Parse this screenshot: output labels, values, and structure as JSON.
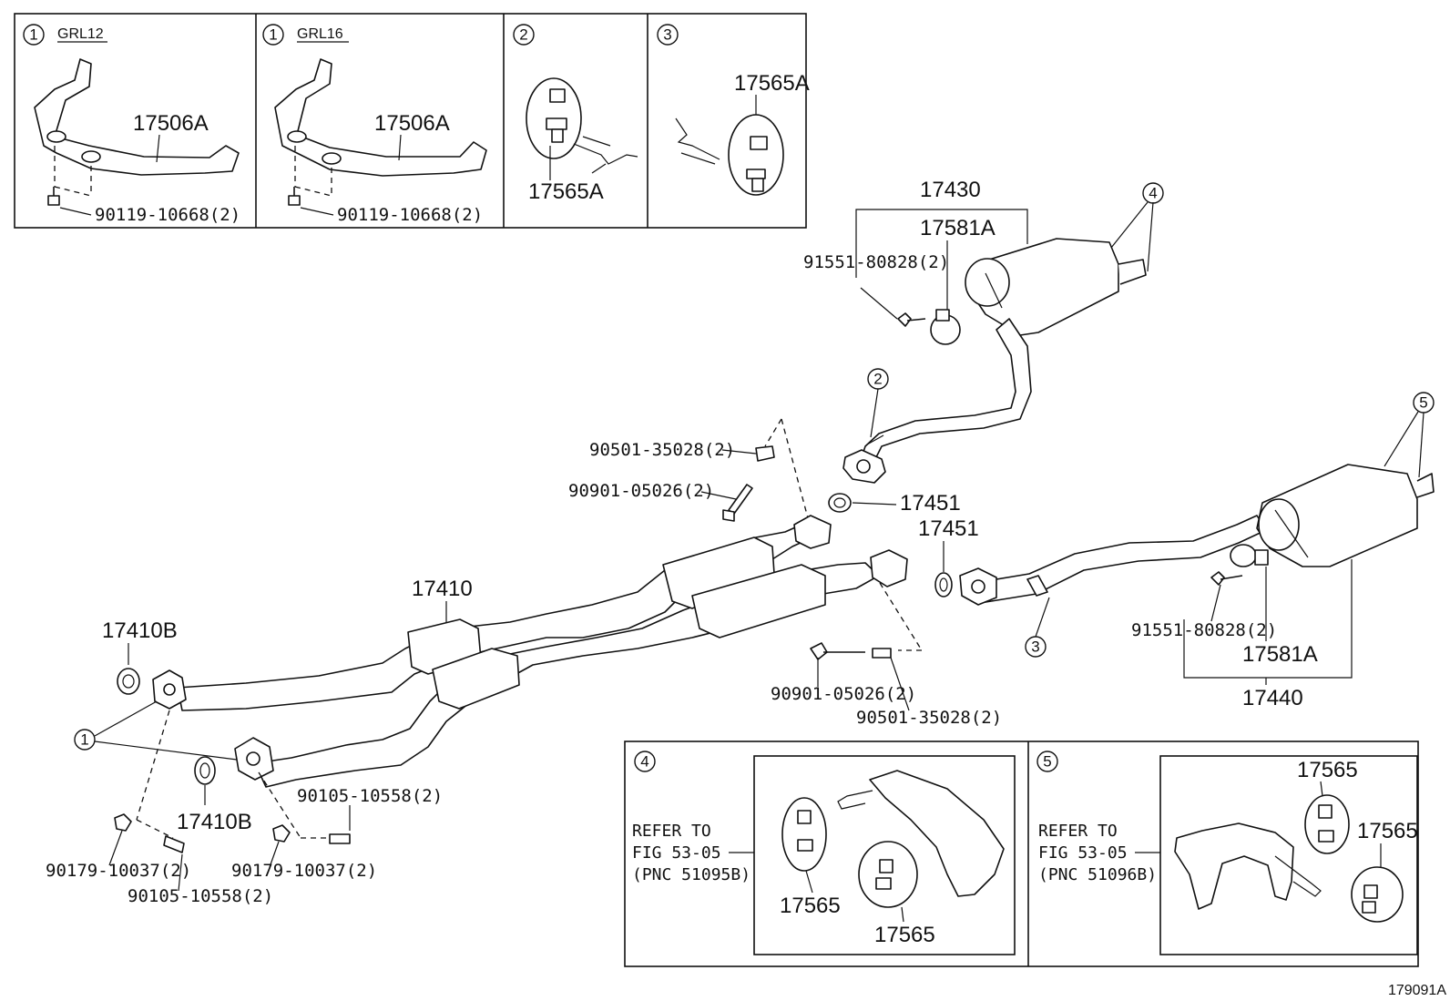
{
  "inset_panels": {
    "grl12": {
      "number": "1",
      "label": "GRL12",
      "part": "17506A",
      "bolt": "90119-10668(2)"
    },
    "grl16": {
      "number": "1",
      "label": "GRL16",
      "part": "17506A",
      "bolt": "90119-10668(2)"
    },
    "panel2": {
      "number": "2",
      "part": "17565A"
    },
    "panel3": {
      "number": "3",
      "part": "17565A"
    }
  },
  "callouts": {
    "c1": "1",
    "c2": "2",
    "c3": "3",
    "c4": "4",
    "c5": "5"
  },
  "parts": {
    "p17430": "17430",
    "p17581A_top": "17581A",
    "p91551_top": "91551-80828(2)",
    "p17451_a": "17451",
    "p17451_b": "17451",
    "p90501_top": "90501-35028(2)",
    "p90901_top": "90901-05026(2)",
    "p17410": "17410",
    "p17410B_top": "17410B",
    "p17410B_bottom": "17410B",
    "p90901_bottom": "90901-05026(2)",
    "p90501_bottom": "90501-35028(2)",
    "p90105_a": "90105-10558(2)",
    "p90105_b": "90105-10558(2)",
    "p90179_a": "90179-10037(2)",
    "p90179_b": "90179-10037(2)",
    "p91551_right": "91551-80828(2)",
    "p17581A_right": "17581A",
    "p17440": "17440"
  },
  "detail_panels": {
    "panel4": {
      "number": "4",
      "refer_line1": "REFER TO",
      "refer_line2": "FIG 53-05",
      "refer_line3": "(PNC 51095B)",
      "part_a": "17565",
      "part_b": "17565"
    },
    "panel5": {
      "number": "5",
      "refer_line1": "REFER TO",
      "refer_line2": "FIG 53-05",
      "refer_line3": "(PNC 51096B)",
      "part_a": "17565",
      "part_b": "17565"
    }
  },
  "figure_id": "179091A"
}
